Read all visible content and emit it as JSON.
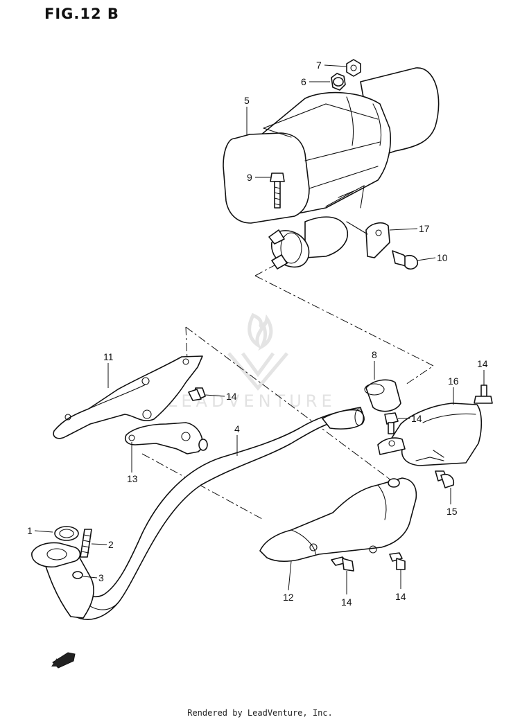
{
  "figure": {
    "title": "FIG.12 B"
  },
  "watermark": {
    "text": "LEADVENTURE"
  },
  "footer": {
    "text": "Rendered by LeadVenture, Inc."
  },
  "callouts": {
    "p1": "1",
    "p2": "2",
    "p3": "3",
    "p4": "4",
    "p5": "5",
    "p6": "6",
    "p7": "7",
    "p8": "8",
    "p9": "9",
    "p10": "10",
    "p11": "11",
    "p12": "12",
    "p13": "13",
    "p14a": "14",
    "p14b": "14",
    "p14c": "14",
    "p14d": "14",
    "p14e": "14",
    "p15": "15",
    "p16": "16",
    "p17": "17"
  }
}
